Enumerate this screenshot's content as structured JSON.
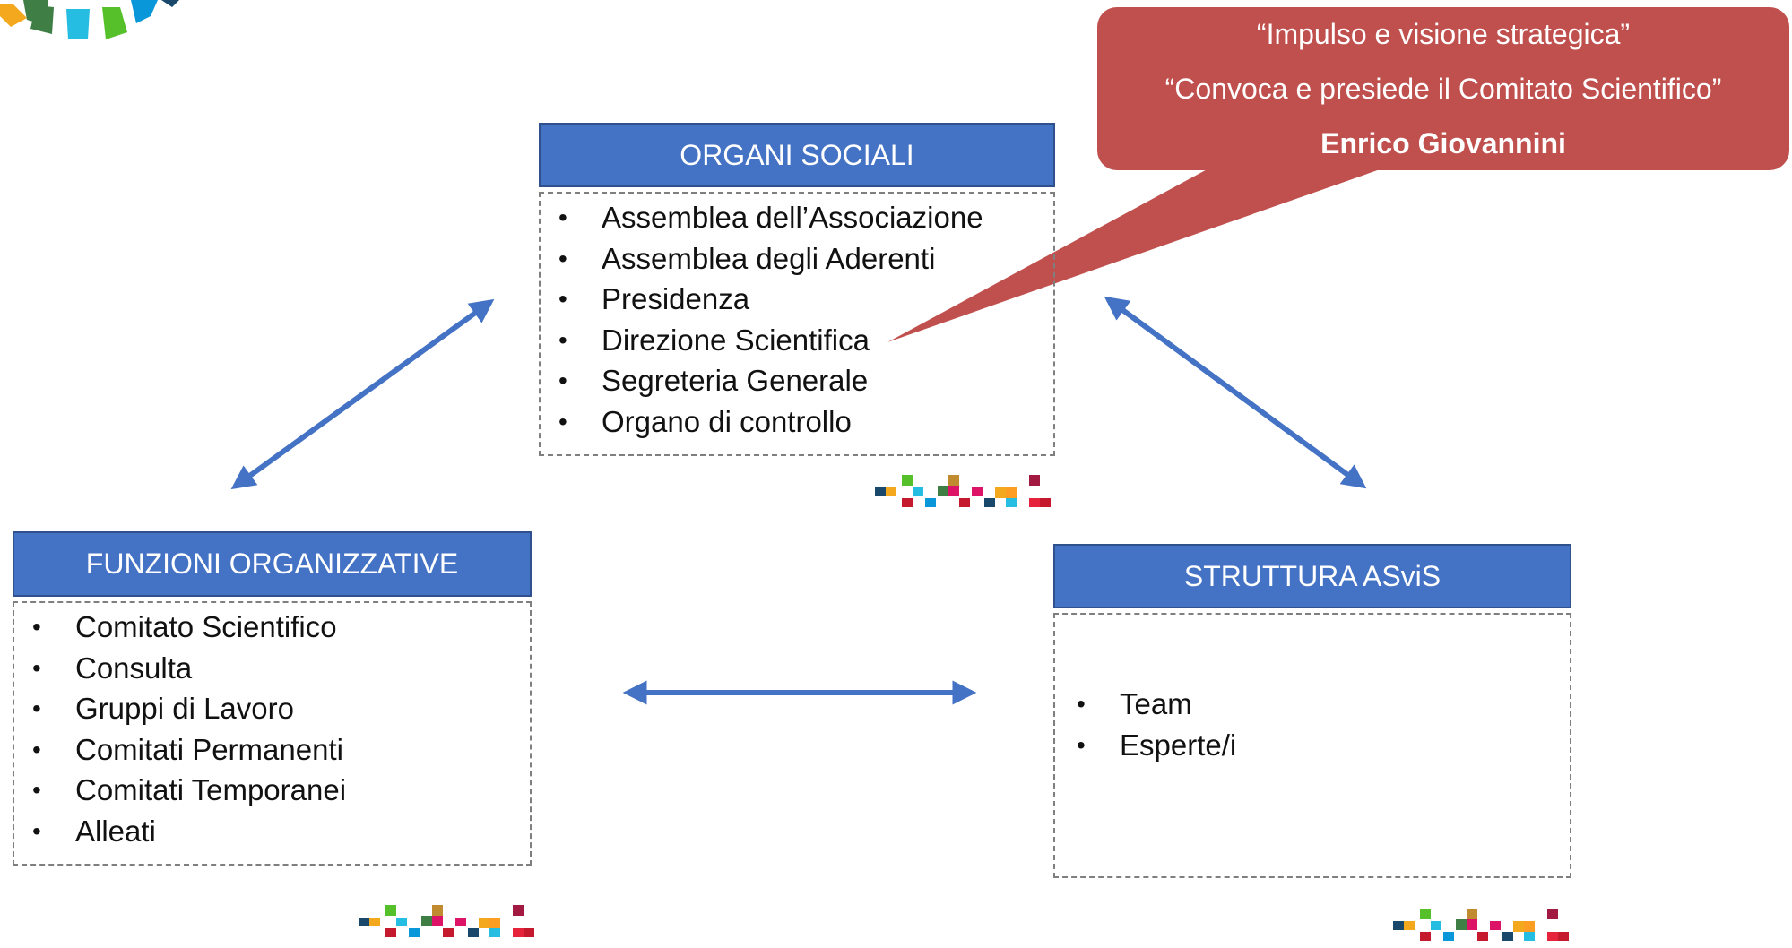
{
  "colors": {
    "header_fill": "#4472c4",
    "header_border": "#2f528f",
    "arrow": "#4472c4",
    "callout_fill": "#c0504d",
    "dashed_border": "#7f7f7f"
  },
  "organi_sociali": {
    "title": "ORGANI SOCIALI",
    "items": [
      "Assemblea dell’Associazione",
      "Assemblea degli Aderenti",
      "Presidenza",
      "Direzione Scientifica",
      "Segreteria Generale",
      "Organo di controllo"
    ]
  },
  "funzioni_organizzative": {
    "title": "FUNZIONI ORGANIZZATIVE",
    "items": [
      "Comitato Scientifico",
      "Consulta",
      "Gruppi di Lavoro",
      "Comitati Permanenti",
      "Comitati Temporanei",
      "Alleati"
    ]
  },
  "struttura_asvis": {
    "title": "STRUTTURA ASviS",
    "items": [
      "Team",
      "Esperte/i"
    ]
  },
  "callout": {
    "line1": "“Impulso e visione strategica”",
    "line2": "“Convoca e presiede il Comitato Scientifico”",
    "name": "Enrico Giovannini"
  },
  "decorations": {
    "logo_icon": "sdg-wheel-icon",
    "squares_icon": "asvis-squares-icon"
  }
}
